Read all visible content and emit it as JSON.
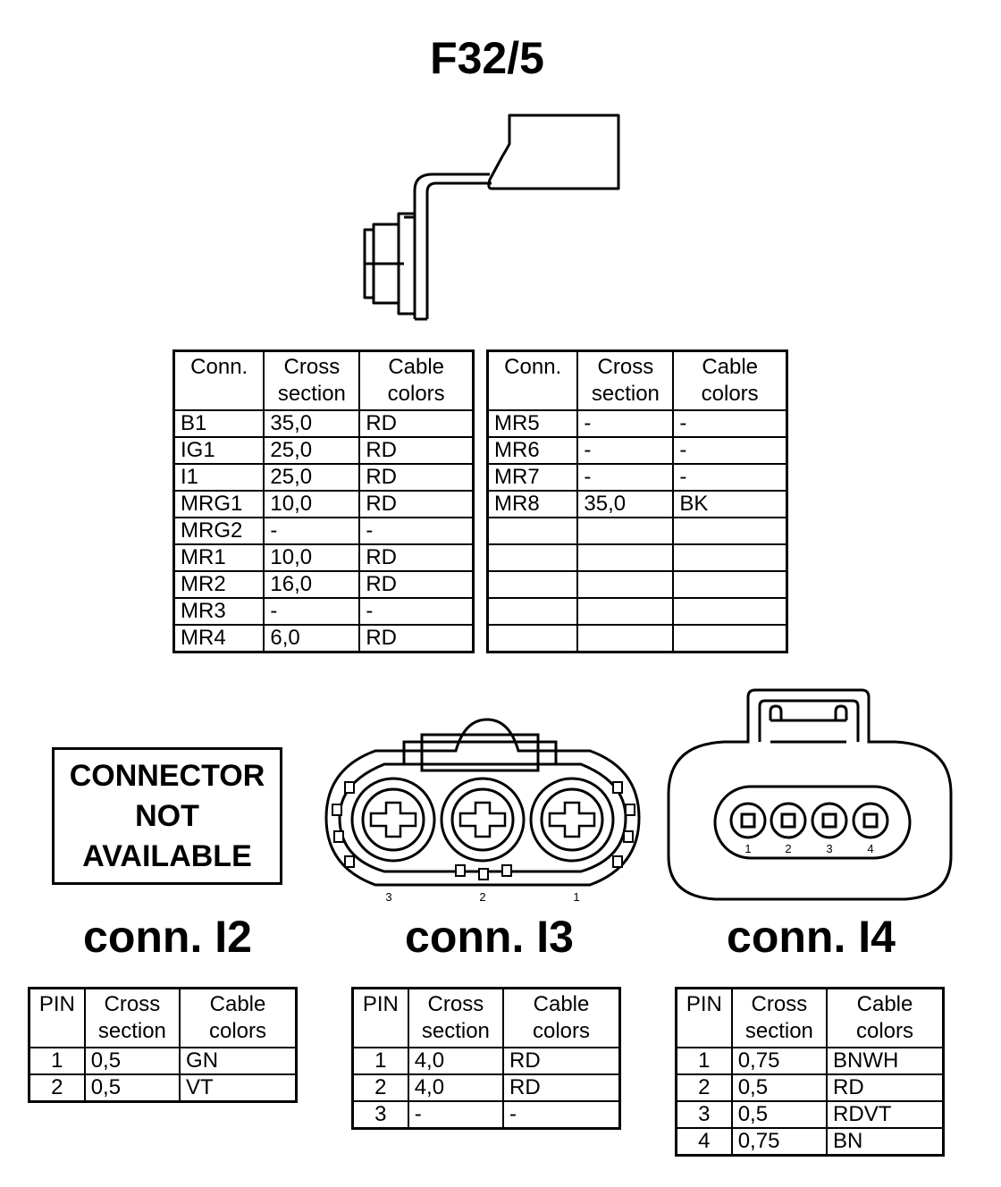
{
  "title": "F32/5",
  "main_table_headers": [
    "Conn.",
    "Cross section",
    "Cable colors"
  ],
  "main_table_left": [
    [
      "B1",
      "35,0",
      "RD"
    ],
    [
      "IG1",
      "25,0",
      "RD"
    ],
    [
      "I1",
      "25,0",
      "RD"
    ],
    [
      "MRG1",
      "10,0",
      "RD"
    ],
    [
      "MRG2",
      "-",
      "-"
    ],
    [
      "MR1",
      "10,0",
      "RD"
    ],
    [
      "MR2",
      "16,0",
      "RD"
    ],
    [
      "MR3",
      "-",
      "-"
    ],
    [
      "MR4",
      "6,0",
      "RD"
    ]
  ],
  "main_table_right": [
    [
      "MR5",
      "-",
      "-"
    ],
    [
      "MR6",
      "-",
      "-"
    ],
    [
      "MR7",
      "-",
      "-"
    ],
    [
      "MR8",
      "35,0",
      "BK"
    ],
    [
      "",
      "",
      ""
    ],
    [
      "",
      "",
      ""
    ],
    [
      "",
      "",
      ""
    ],
    [
      "",
      "",
      ""
    ],
    [
      "",
      "",
      ""
    ]
  ],
  "connector_not_available": [
    "CONNECTOR",
    "NOT",
    "AVAILABLE"
  ],
  "pin_table_headers": [
    "PIN",
    "Cross section",
    "Cable colors"
  ],
  "connectors": [
    {
      "label": "conn. I2",
      "pins": [
        [
          "1",
          "0,5",
          "GN"
        ],
        [
          "2",
          "0,5",
          "VT"
        ]
      ]
    },
    {
      "label": "conn. I3",
      "pin_numbers": [
        "3",
        "2",
        "1"
      ],
      "pins": [
        [
          "1",
          "4,0",
          "RD"
        ],
        [
          "2",
          "4,0",
          "RD"
        ],
        [
          "3",
          "-",
          "-"
        ]
      ]
    },
    {
      "label": "conn. I4",
      "pin_numbers": [
        "1",
        "2",
        "3",
        "4"
      ],
      "pins": [
        [
          "1",
          "0,75",
          "BNWH"
        ],
        [
          "2",
          "0,5",
          "RD"
        ],
        [
          "3",
          "0,5",
          "RDVT"
        ],
        [
          "4",
          "0,75",
          "BN"
        ]
      ]
    }
  ]
}
